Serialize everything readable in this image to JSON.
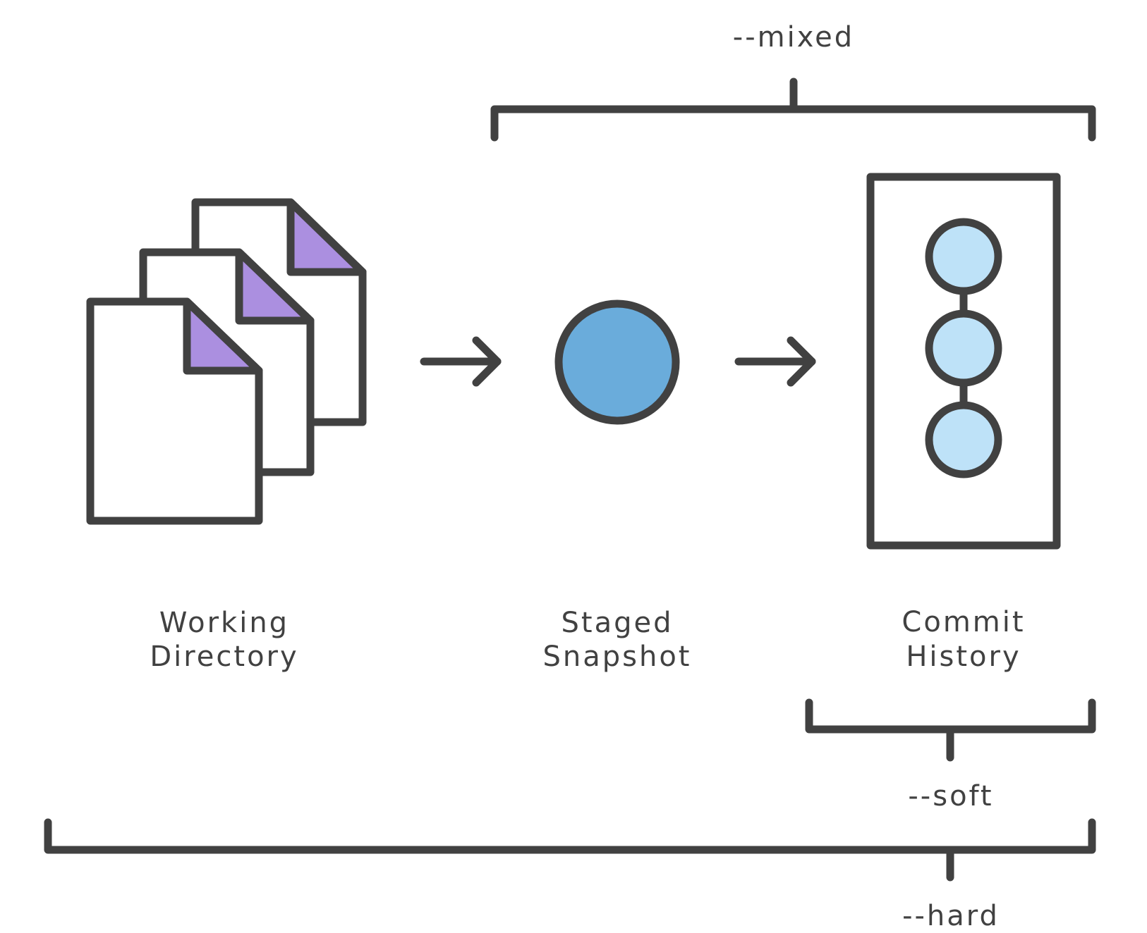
{
  "colors": {
    "stroke": "#414141",
    "file_fold": "#ab8fe0",
    "file_body": "#ffffff",
    "staged_fill": "#6aacdb",
    "commit_fill": "#bee2f8",
    "background": "#ffffff"
  },
  "stages": [
    {
      "id": "working-directory",
      "icon": "stacked-files-icon",
      "label_lines": [
        "Working",
        "Directory"
      ]
    },
    {
      "id": "staged-snapshot",
      "icon": "staged-circle-icon",
      "label_lines": [
        "Staged",
        "Snapshot"
      ]
    },
    {
      "id": "commit-history",
      "icon": "commit-history-icon",
      "label_lines": [
        "Commit",
        "History"
      ],
      "commit_count": 3
    }
  ],
  "arrows": [
    {
      "from": "working-directory",
      "to": "staged-snapshot"
    },
    {
      "from": "staged-snapshot",
      "to": "commit-history"
    }
  ],
  "reset_modes": [
    {
      "flag": "--mixed",
      "affects": [
        "staged-snapshot",
        "commit-history"
      ],
      "placement": "top"
    },
    {
      "flag": "--soft",
      "affects": [
        "commit-history"
      ],
      "placement": "bottom"
    },
    {
      "flag": "--hard",
      "affects": [
        "working-directory",
        "staged-snapshot",
        "commit-history"
      ],
      "placement": "bottom"
    }
  ]
}
